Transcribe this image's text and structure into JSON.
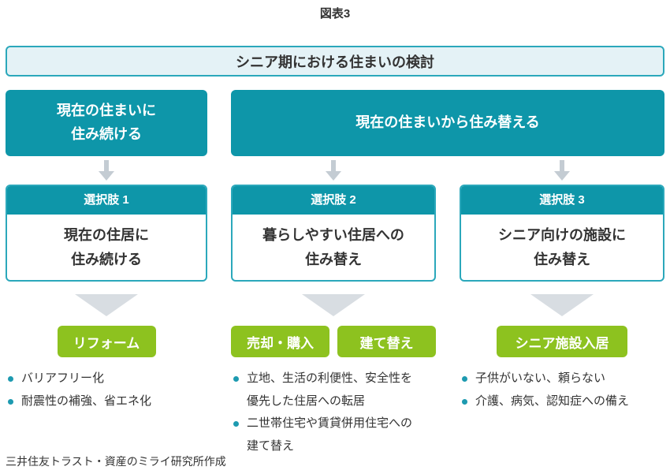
{
  "colors": {
    "teal": "#0e96a9",
    "teal-border": "#2ba8bb",
    "light-blue": "#e4f2f6",
    "green": "#8dc21f",
    "triangle-gray": "#d8dde2",
    "arrow-gray": "#c4ccd3",
    "bullet": "#1d9ab0",
    "text": "#333333"
  },
  "title": "図表3",
  "header": {
    "label": "シニア期における住まいの検討"
  },
  "branches": {
    "stay": {
      "line1": "現在の住まいに",
      "line2": "住み続ける"
    },
    "move": {
      "label": "現在の住まいから住み替える"
    }
  },
  "options": [
    {
      "header": "選択肢 1",
      "line1": "現在の住居に",
      "line2": "住み続ける"
    },
    {
      "header": "選択肢 2",
      "line1": "暮らしやすい住居への",
      "line2": "住み替え"
    },
    {
      "header": "選択肢 3",
      "line1": "シニア向けの施設に",
      "line2": "住み替え"
    }
  ],
  "actions": {
    "col1": [
      "リフォーム"
    ],
    "col2": [
      "売却・購入",
      "建て替え"
    ],
    "col3": [
      "シニア施設入居"
    ]
  },
  "bullets": {
    "col1": [
      "バリアフリー化",
      "耐震性の補強、省エネ化"
    ],
    "col2": [
      "立地、生活の利便性、安全性を優先した住居への転居",
      "二世帯住宅や賃貸併用住宅への建て替え"
    ],
    "col3": [
      "子供がいない、頼らない",
      "介護、病気、認知症への備え"
    ]
  },
  "footer": "三井住友トラスト・資産のミライ研究所作成"
}
